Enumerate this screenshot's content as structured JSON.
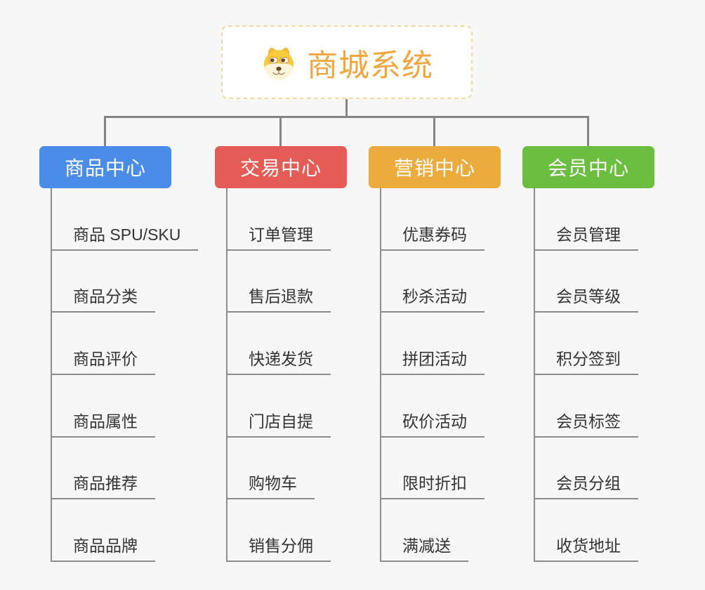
{
  "root": {
    "title": "商城系统",
    "icon": "doge-dog-icon"
  },
  "branches": [
    {
      "label": "商品中心",
      "color": "#4A8DE8",
      "children": [
        "商品 SPU/SKU",
        "商品分类",
        "商品评价",
        "商品属性",
        "商品推荐",
        "商品品牌"
      ]
    },
    {
      "label": "交易中心",
      "color": "#E45C55",
      "children": [
        "订单管理",
        "售后退款",
        "快递发货",
        "门店自提",
        "购物车",
        "销售分佣"
      ]
    },
    {
      "label": "营销中心",
      "color": "#EBAB3D",
      "children": [
        "优惠券码",
        "秒杀活动",
        "拼团活动",
        "砍价活动",
        "限时折扣",
        "满减送"
      ]
    },
    {
      "label": "会员中心",
      "color": "#6CBE40",
      "children": [
        "会员管理",
        "会员等级",
        "积分签到",
        "会员标签",
        "会员分组",
        "收货地址"
      ]
    }
  ],
  "colors": {
    "background": "#F7F7F7",
    "connector": "#858585",
    "leaf_underline": "#8C8C8C",
    "leaf_text": "#333333",
    "root_border": "#F5D9A2",
    "root_text": "#F0A73F"
  }
}
